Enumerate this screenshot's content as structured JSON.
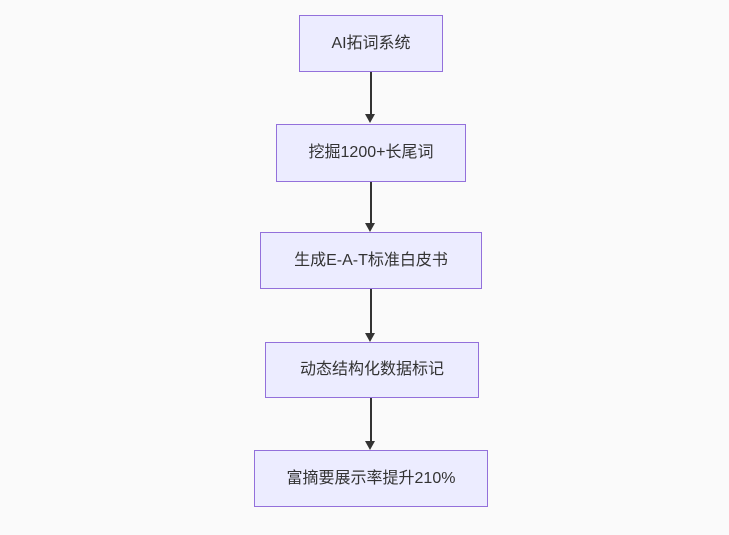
{
  "diagram": {
    "type": "flowchart",
    "direction": "top-down",
    "nodes": [
      {
        "id": "step-1",
        "label": "AI拓词系统"
      },
      {
        "id": "step-2",
        "label": "挖掘1200+长尾词"
      },
      {
        "id": "step-3",
        "label": "生成E-A-T标准白皮书"
      },
      {
        "id": "step-4",
        "label": "动态结构化数据标记"
      },
      {
        "id": "step-5",
        "label": "富摘要展示率提升210%"
      }
    ],
    "edges": [
      {
        "from": "step-1",
        "to": "step-2"
      },
      {
        "from": "step-2",
        "to": "step-3"
      },
      {
        "from": "step-3",
        "to": "step-4"
      },
      {
        "from": "step-4",
        "to": "step-5"
      }
    ],
    "colors": {
      "node_fill": "#ECECFF",
      "node_border": "#9370DB",
      "arrow": "#333333",
      "text": "#333333",
      "background": "#FAFAFA"
    }
  }
}
